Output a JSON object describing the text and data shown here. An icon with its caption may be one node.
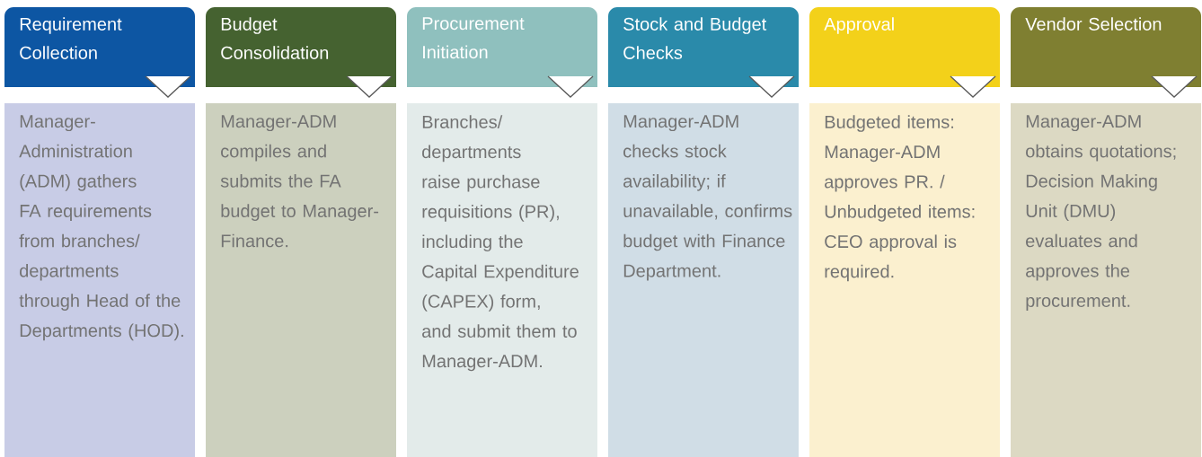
{
  "diagram": {
    "nodes": [
      {
        "text": [
          "Requirement Collection"
        ]
      },
      {
        "text": [
          "Manager-Administration (ADM) gathers FA requirements from branches/ departments through Head of the Departments (HOD)."
        ]
      },
      {
        "text": [
          "Budget Consolidation"
        ]
      },
      {
        "text": [
          "Manager-ADM compiles and submits the FA budget to Manager-Finance."
        ]
      },
      {
        "text": [
          "Procurement Initiation"
        ]
      },
      {
        "text": [
          "Branches/ departments raise purchase requisitions (PR), including the Capital Expenditure (CAPEX) form, and submit them to Manager-ADM."
        ]
      },
      {
        "text": [
          "Stock and Budget Checks"
        ]
      },
      {
        "text": [
          "Manager-ADM checks stock availability; if unavailable, confirms budget with Finance Department."
        ]
      },
      {
        "text": [
          "Approval"
        ]
      },
      {
        "text": [
          "Budgeted items: Manager-ADM approves PR. / Unbudgeted items: CEO approval is required."
        ]
      },
      {
        "text": [
          "Vendor Selection"
        ]
      },
      {
        "text": [
          "Manager-ADM obtains quotations; Decision Making Unit (DMU) evaluates and approves the procurement."
        ]
      }
    ]
  }
}
